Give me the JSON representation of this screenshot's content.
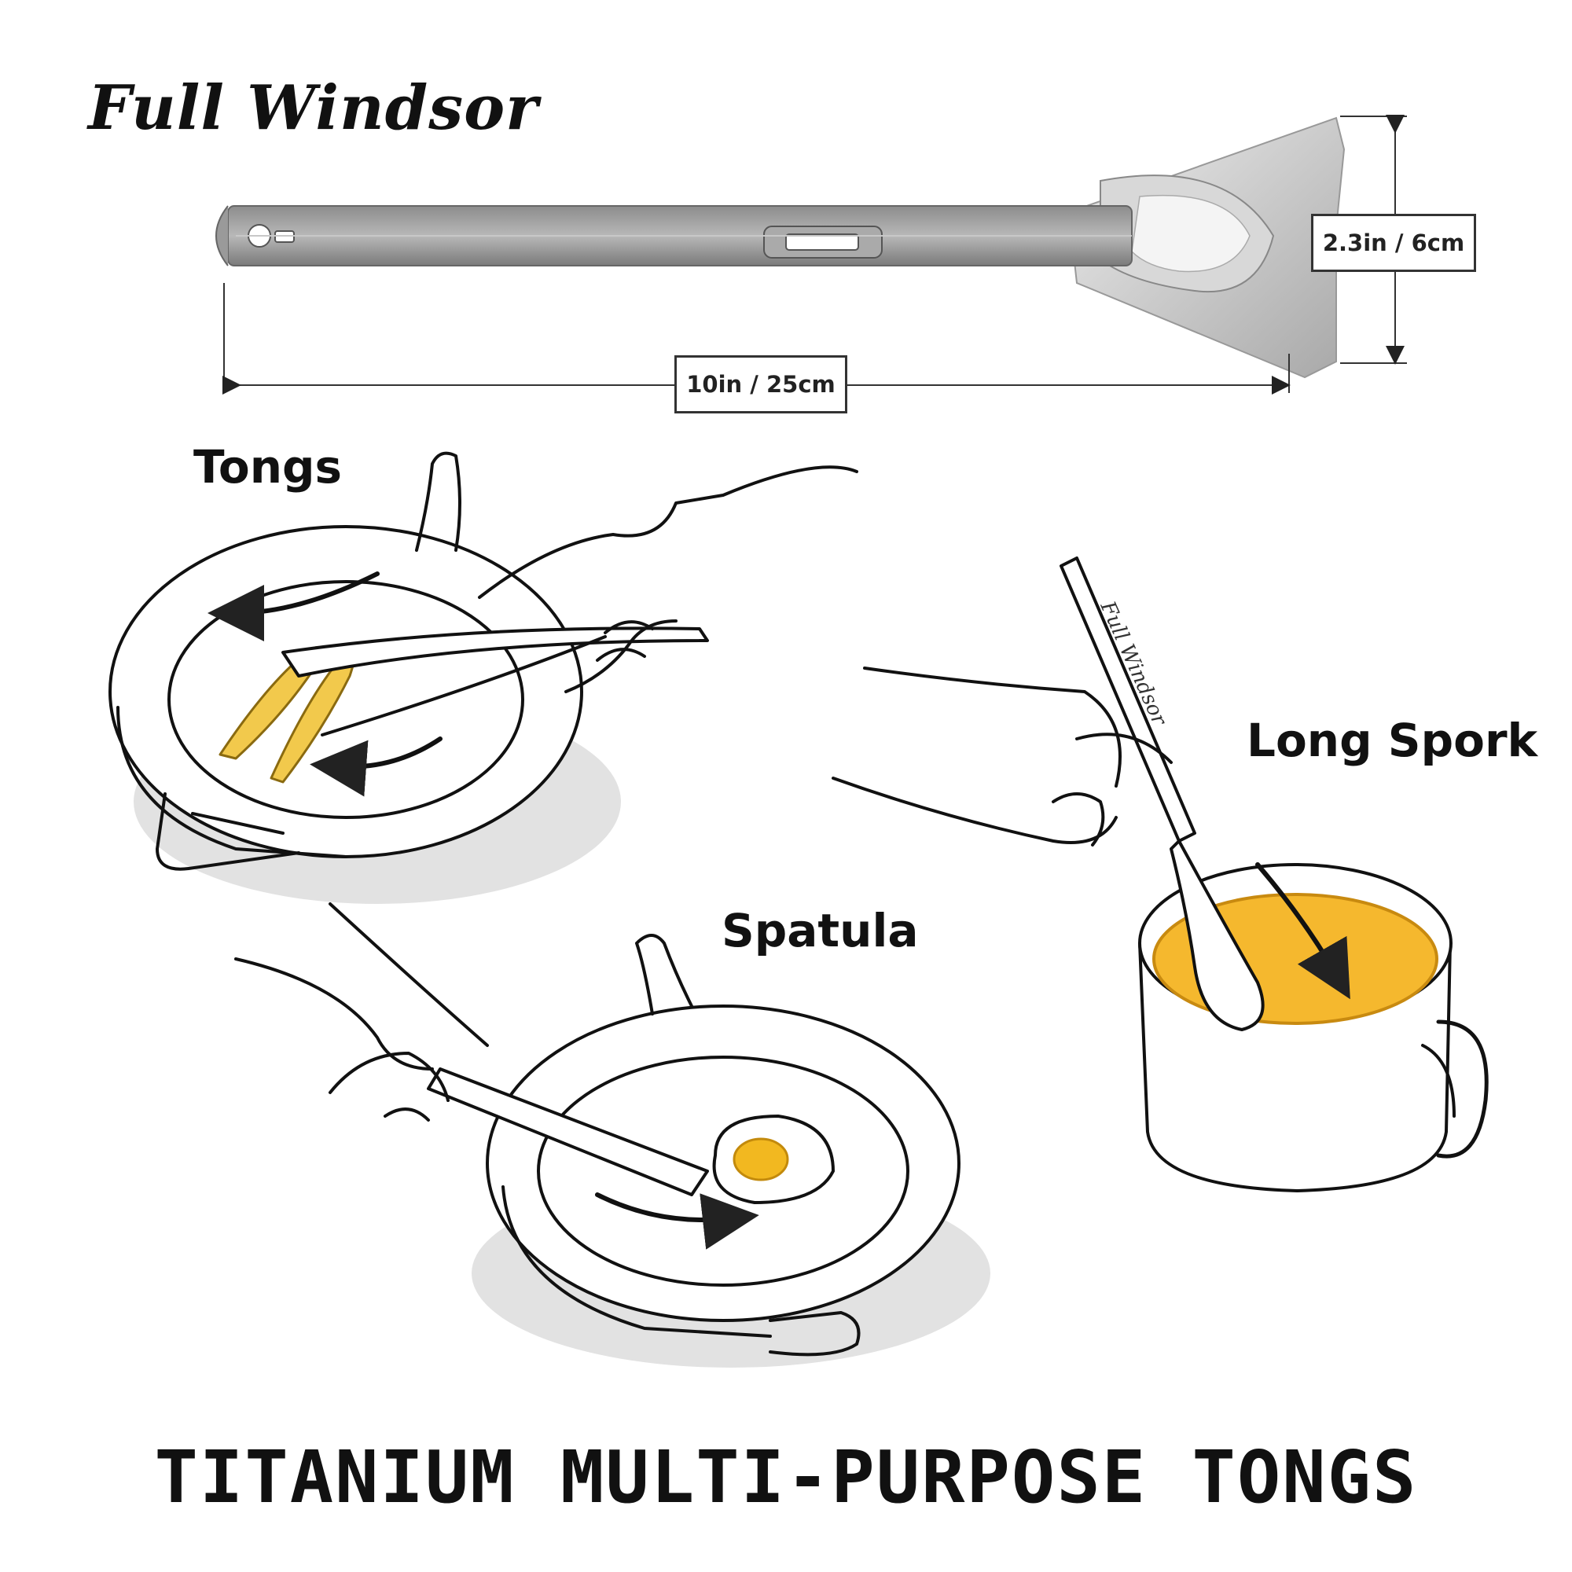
{
  "brand": {
    "name": "Full Windsor"
  },
  "dimensions": {
    "length": "10in / 25cm",
    "height": "2.3in / 6cm"
  },
  "scenes": [
    {
      "label": "Tongs"
    },
    {
      "label": "Long Spork"
    },
    {
      "label": "Spatula"
    }
  ],
  "engraving": "Full Windsor",
  "footer": {
    "title": "TITANIUM MULTI-PURPOSE TONGS"
  },
  "colors": {
    "titanium": "#9a9a9a",
    "egg_yolk": "#f2b820",
    "food": "#f2c94c",
    "ink": "#111111"
  }
}
